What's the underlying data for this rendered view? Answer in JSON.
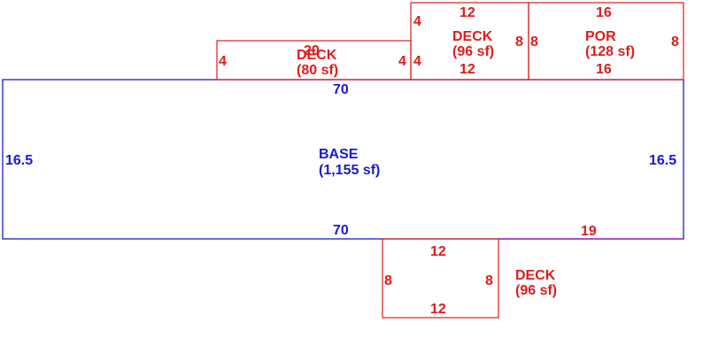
{
  "colors": {
    "base": "#1a1acd",
    "addition": "#e01b1b",
    "background": "#ffffff"
  },
  "base": {
    "name": "BASE",
    "area": "(1,155 sf)",
    "top_dim": "70",
    "bottom_dim": "70",
    "left_dim": "16.5",
    "right_dim": "16.5"
  },
  "deck_left": {
    "name": "DECK",
    "area": "(80 sf)",
    "top_dim": "20",
    "left_dim": "4",
    "right_dim": "4"
  },
  "deck_top": {
    "name": "DECK",
    "area": "(96 sf)",
    "top_dim": "12",
    "bottom_dim": "12",
    "left_top_dim": "4",
    "left_bottom_dim": "4",
    "right_dim": "8"
  },
  "porch": {
    "name": "POR",
    "area": "(128 sf)",
    "top_dim": "16",
    "bottom_dim": "16",
    "left_dim": "8",
    "right_dim": "8"
  },
  "deck_bottom": {
    "name": "DECK",
    "area": "(96 sf)",
    "top_dim": "12",
    "bottom_dim": "12",
    "left_dim": "8",
    "right_dim": "8"
  },
  "bottom_right_dim": "19"
}
